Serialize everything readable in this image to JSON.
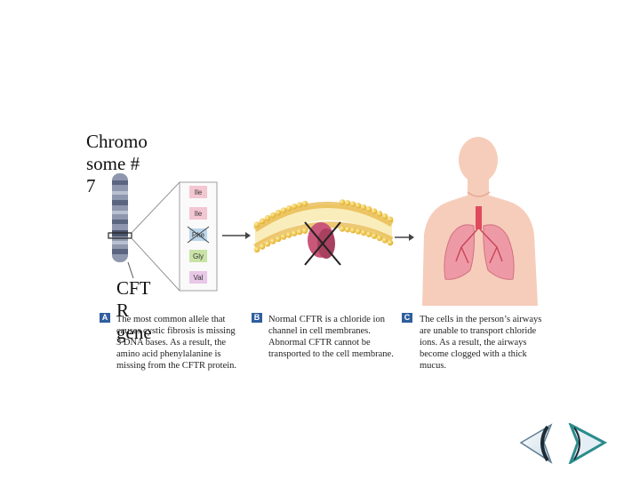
{
  "chromosome_label": "Chromo\nsome #\n7",
  "gene_label": "CFT\nR\ngene",
  "amino_acids": [
    {
      "name": "Ile",
      "color": "#f3c7d2"
    },
    {
      "name": "Ile",
      "color": "#f3c7d2"
    },
    {
      "name": "Phe",
      "color": "#bcd6ea",
      "deleted": true
    },
    {
      "name": "Gly",
      "color": "#c9e3a6"
    },
    {
      "name": "Val",
      "color": "#e9c8e8"
    }
  ],
  "panels": [
    {
      "letter": "A",
      "text": "The most common allele that causes cystic fibrosis is missing 3 DNA bases.  As a result, the amino acid phenylalanine is missing from the CFTR protein."
    },
    {
      "letter": "B",
      "text": "Normal CFTR is a chloride ion channel in cell membranes. Abnormal CFTR cannot be transported to the cell membrane."
    },
    {
      "letter": "C",
      "text": "The cells in the person’s airways are unable to transport chloride ions. As a result, the airways become clogged with a thick mucus."
    }
  ],
  "nav": {
    "prev": "previous-slide",
    "next": "next-slide"
  },
  "colors": {
    "badge": "#2f5e9e",
    "membrane": "#f2c84b",
    "protein": "#c8577a",
    "skin": "#f6cdbb",
    "lungs": "#ee9aa6"
  }
}
